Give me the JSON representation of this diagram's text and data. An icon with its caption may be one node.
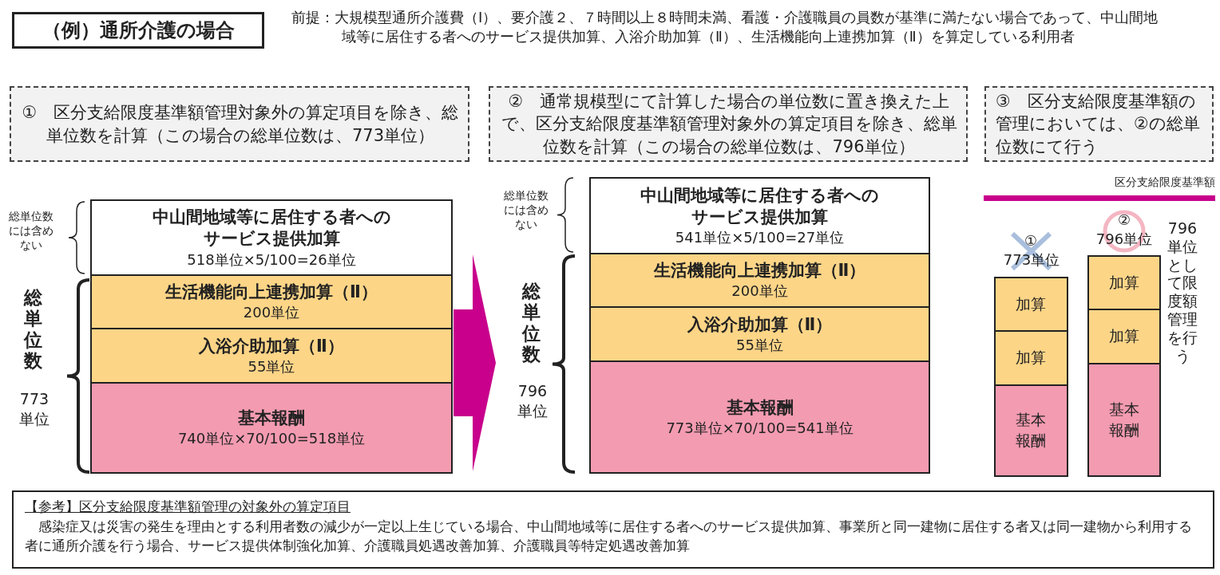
{
  "diagram": {
    "title": "（例）通所介護の場合",
    "nodes": [
      {
        "text": [
          "①　区分支給限度基準額管理対象外の算定項目を除き、総単位数を計算（この場合の総単位数は、773単位）"
        ]
      },
      {
        "text": [
          "②　通常規模型にて計算した場合の単位数に置き換えた上で、区分支給限度基準額管理対象外の算定項目を除き、総単位数を計算（この場合の総単位数は、796単位）"
        ]
      },
      {
        "text": [
          "③　区分支給限度基準額の管理においては、②の総単位数にて行う"
        ]
      },
      {
        "text": [],
        "shape": "bar",
        "beside": [
          "総単位数には含めない",
          "総単位数",
          "773単位"
        ]
      },
      {
        "text": [
          "中山間地域等に居住する者へのサービス提供加算",
          "518単位×5/100=26単位"
        ],
        "in": 3
      },
      {
        "text": [
          "生活機能向上連携加算（Ⅱ）",
          "200単位"
        ],
        "in": 3
      },
      {
        "text": [
          "入浴介助加算（Ⅱ）",
          "55単位"
        ],
        "in": 3
      },
      {
        "text": [
          "基本報酬",
          "740単位×70/100=518単位"
        ],
        "in": 3
      },
      {
        "text": [],
        "shape": "bar",
        "beside": [
          "総単位数には含めない",
          "総単位数",
          "796単位"
        ]
      },
      {
        "text": [
          "中山間地域等に居住する者へのサービス提供加算",
          "541単位×5/100=27単位"
        ],
        "in": 8
      },
      {
        "text": [
          "生活機能向上連携加算（Ⅱ）",
          "200単位"
        ],
        "in": 8
      },
      {
        "text": [
          "入浴介助加算（Ⅱ）",
          "55単位"
        ],
        "in": 8
      },
      {
        "text": [
          "基本報酬",
          "773単位×70/100=541単位"
        ],
        "in": 8
      },
      {
        "text": [
          "加算"
        ]
      },
      {
        "text": [
          "加算"
        ]
      },
      {
        "text": [
          "基本報酬"
        ]
      },
      {
        "text": [
          "加算"
        ]
      },
      {
        "text": [
          "加算"
        ]
      },
      {
        "text": [
          "基本報酬"
        ]
      },
      {
        "text": [
          "【参考】区分支給限度基準額管理の対象外の算定項目",
          "感染症又は災害の発生を理由とする利用者数の減少が一定以上生じている場合、中山間地域等に居住する者へのサービス提供加算、事業所と同一建物に居住する者又は同一建物から利用する者に通所介護を行う場合、サービス提供体制強化加算、介護職員処遇改善加算、介護職員等特定処遇改善加算"
        ]
      }
    ],
    "edges": [
      {
        "from": 3,
        "to": 8,
        "arrow": "to",
        "color": "#c8008c"
      }
    ],
    "labels": [
      "前提：大規模型通所介護費（Ⅰ）、要介護２、７時間以上８時間未満、看護・介護職員の員数が基準に満たない場合であって、中山間地域等に居住する者へのサービス提供加算、入浴介助加算（Ⅱ）、生活機能向上連携加算（Ⅱ）を算定している利用者",
      "区分支給限度基準額",
      "①",
      "773単位",
      "②",
      "796単位",
      "796単位として限度額管理を行う"
    ]
  }
}
